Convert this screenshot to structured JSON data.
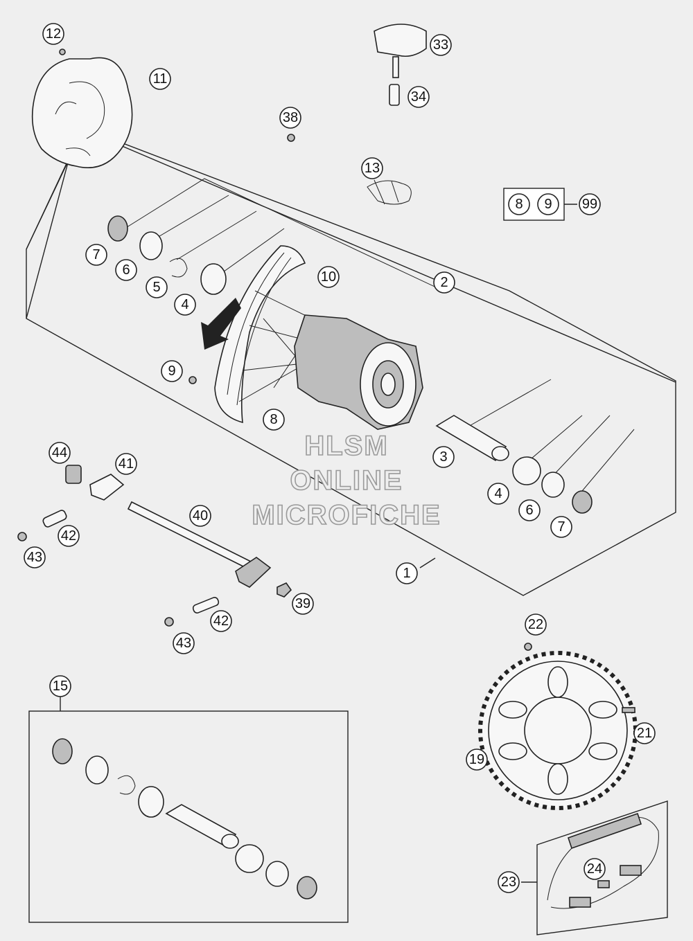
{
  "watermark": {
    "line1": "HLSM",
    "line2": "ONLINE",
    "line3": "MICROFICHE"
  },
  "set_label": {
    "items": [
      "8",
      "9"
    ],
    "result": "99"
  },
  "callouts": [
    {
      "id": "1",
      "label": "1"
    },
    {
      "id": "2",
      "label": "2"
    },
    {
      "id": "3",
      "label": "3"
    },
    {
      "id": "4a",
      "label": "4"
    },
    {
      "id": "4b",
      "label": "4"
    },
    {
      "id": "5",
      "label": "5"
    },
    {
      "id": "6a",
      "label": "6"
    },
    {
      "id": "6b",
      "label": "6"
    },
    {
      "id": "7a",
      "label": "7"
    },
    {
      "id": "7b",
      "label": "7"
    },
    {
      "id": "8",
      "label": "8"
    },
    {
      "id": "9",
      "label": "9"
    },
    {
      "id": "10",
      "label": "10"
    },
    {
      "id": "11",
      "label": "11"
    },
    {
      "id": "12",
      "label": "12"
    },
    {
      "id": "13",
      "label": "13"
    },
    {
      "id": "15",
      "label": "15"
    },
    {
      "id": "19",
      "label": "19"
    },
    {
      "id": "21",
      "label": "21"
    },
    {
      "id": "22",
      "label": "22"
    },
    {
      "id": "23",
      "label": "23"
    },
    {
      "id": "24",
      "label": "24"
    },
    {
      "id": "33",
      "label": "33"
    },
    {
      "id": "34",
      "label": "34"
    },
    {
      "id": "38",
      "label": "38"
    },
    {
      "id": "39",
      "label": "39"
    },
    {
      "id": "40",
      "label": "40"
    },
    {
      "id": "41",
      "label": "41"
    },
    {
      "id": "42a",
      "label": "42"
    },
    {
      "id": "42b",
      "label": "42"
    },
    {
      "id": "43a",
      "label": "43"
    },
    {
      "id": "43b",
      "label": "43"
    },
    {
      "id": "44",
      "label": "44"
    }
  ]
}
